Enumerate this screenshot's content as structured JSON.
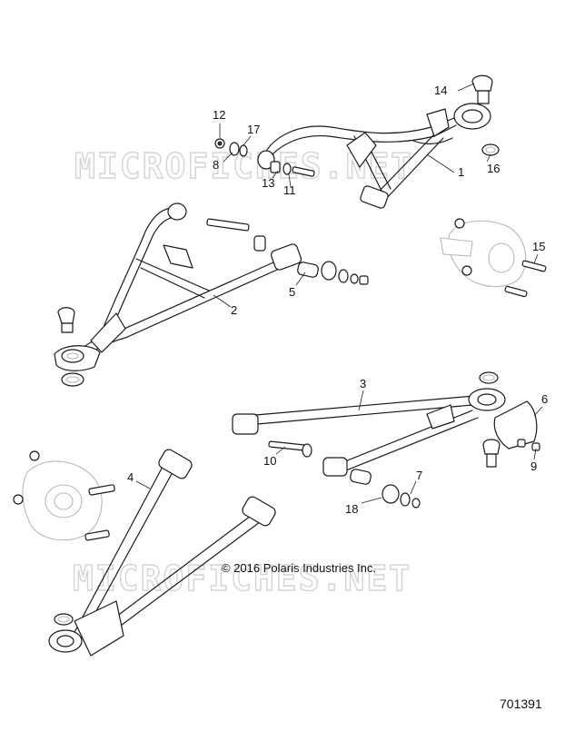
{
  "watermark": "MICROFICHES.NET",
  "copyright": "© 2016 Polaris Industries Inc.",
  "figure_number": "701391",
  "callouts": {
    "c1": "1",
    "c2": "2",
    "c3": "3",
    "c4": "4",
    "c5": "5",
    "c6": "6",
    "c7": "7",
    "c8": "8",
    "c9": "9",
    "c10": "10",
    "c11": "11",
    "c12": "12",
    "c13": "13",
    "c14": "14",
    "c15": "15",
    "c16": "16",
    "c17": "17",
    "c18": "18"
  }
}
